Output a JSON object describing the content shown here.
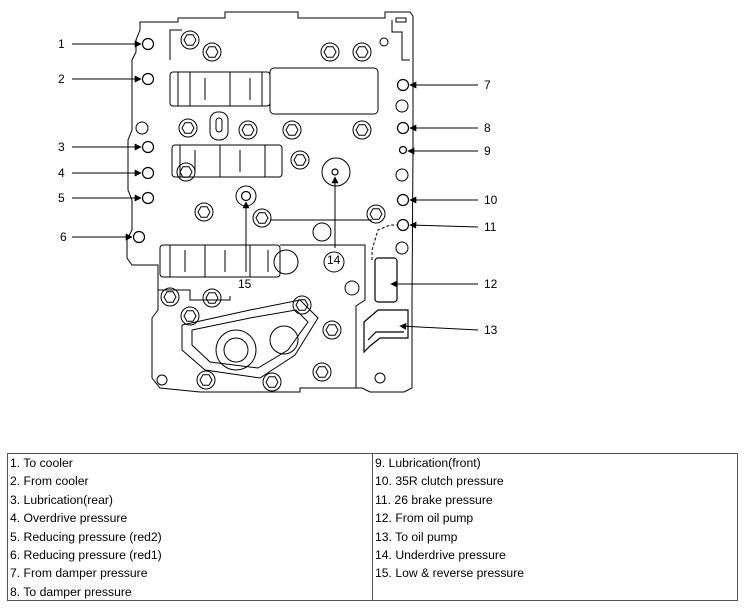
{
  "callouts": [
    "1",
    "2",
    "3",
    "4",
    "5",
    "6",
    "7",
    "8",
    "9",
    "10",
    "11",
    "12",
    "13",
    "14",
    "15"
  ],
  "legend": {
    "left": [
      "1. To cooler",
      "2. From cooler",
      "3. Lubrication(rear)",
      "4. Overdrive pressure",
      "5. Reducing pressure (red2)",
      "6. Reducing pressure (red1)",
      "7. From damper pressure",
      "8. To damper pressure"
    ],
    "right": [
      "9. Lubrication(front)",
      "10. 35R clutch pressure",
      "11. 26 brake pressure",
      "12. From oil pump",
      "13. To oil pump",
      "14. Underdrive pressure",
      "15. Low & reverse pressure"
    ]
  }
}
